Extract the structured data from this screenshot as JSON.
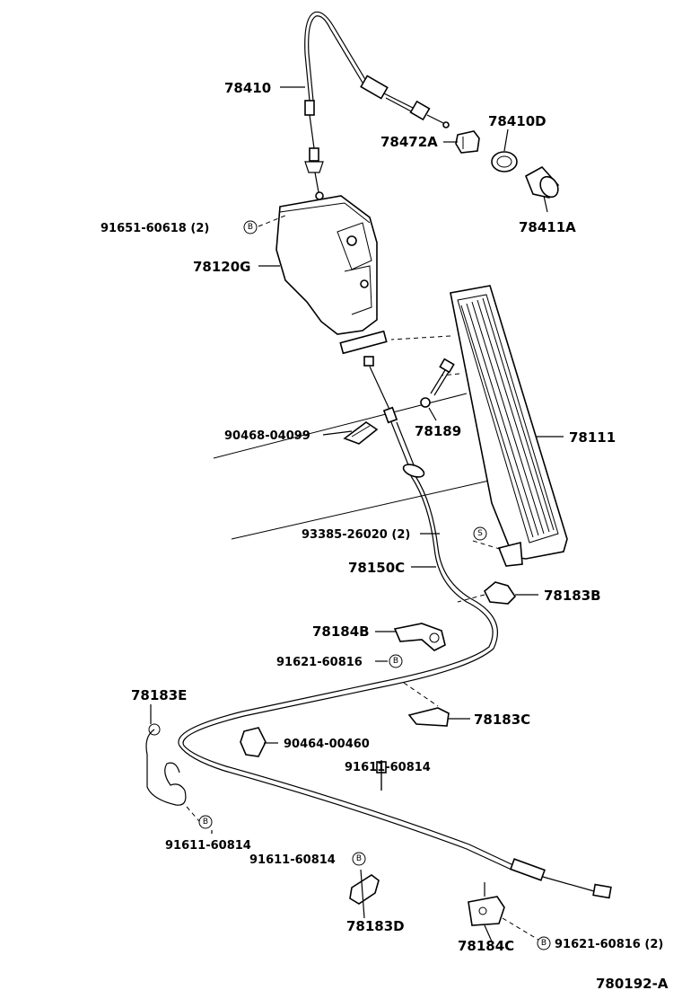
{
  "labels": {
    "p78410": "78410",
    "p78472A": "78472A",
    "p78410D": "78410D",
    "p78411A": "78411A",
    "p91651": "91651-60618 (2)",
    "p78120G": "78120G",
    "p78189": "78189",
    "p90468": "90468-04099",
    "p78111": "78111",
    "p93385": "93385-26020 (2)",
    "p78150C": "78150C",
    "p78183B": "78183B",
    "p78184B": "78184B",
    "p91621a": "91621-60816",
    "p78183E": "78183E",
    "p78183C": "78183C",
    "p90464": "90464-00460",
    "p91611a": "91611-60814",
    "p91611b": "91611-60814",
    "p91611c": "91611-60814",
    "p78183D": "78183D",
    "p78184C": "78184C",
    "p91621b": "91621-60816 (2)"
  },
  "markers": {
    "b": "B",
    "s": "S"
  },
  "figure_id": "780192-A"
}
